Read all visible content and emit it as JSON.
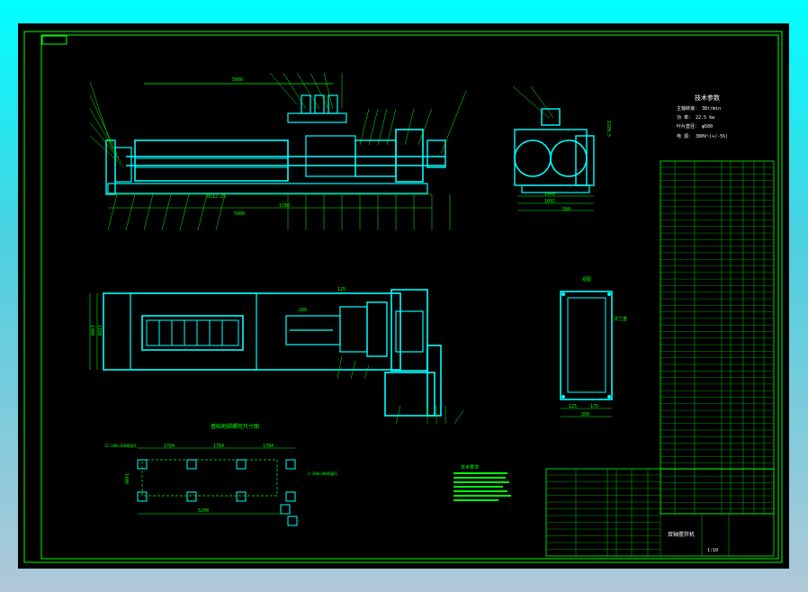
{
  "drawing": {
    "top_view_number": "5800",
    "tech_title": "技术参数",
    "tech_lines": [
      "主轴转速：    38r/min",
      "功    率：    22.5 kw",
      "叶片直径：    φ500",
      "电    源：    380V~(+/-5%)"
    ],
    "side_view_dims": [
      "1040",
      "1092",
      "500"
    ],
    "side_view_height": "2320.5",
    "len_dims": [
      "8512.25",
      "1780",
      "5980"
    ],
    "plan_dims": [
      "1150",
      "1300",
      "125",
      "200"
    ],
    "small_view_label": "视图",
    "small_view_dims": [
      "125",
      "175",
      "350"
    ],
    "small_view_note": "法兰盘",
    "foundation_title": "基础地脚螺栓尺寸图",
    "foundation_dims": [
      "1784",
      "1784",
      "1784",
      "5200",
      "1400"
    ],
    "foundation_note": "12-200×200预留孔",
    "foundation_note2": "2-200×200预留孔",
    "req_title": "技术要求",
    "title_block_name": "双轴搅拌机",
    "title_block_scale": "1:10"
  },
  "colors": {
    "line": "#00ff00",
    "part": "#00ffff",
    "text": "#ffff00",
    "bg": "#000000"
  }
}
